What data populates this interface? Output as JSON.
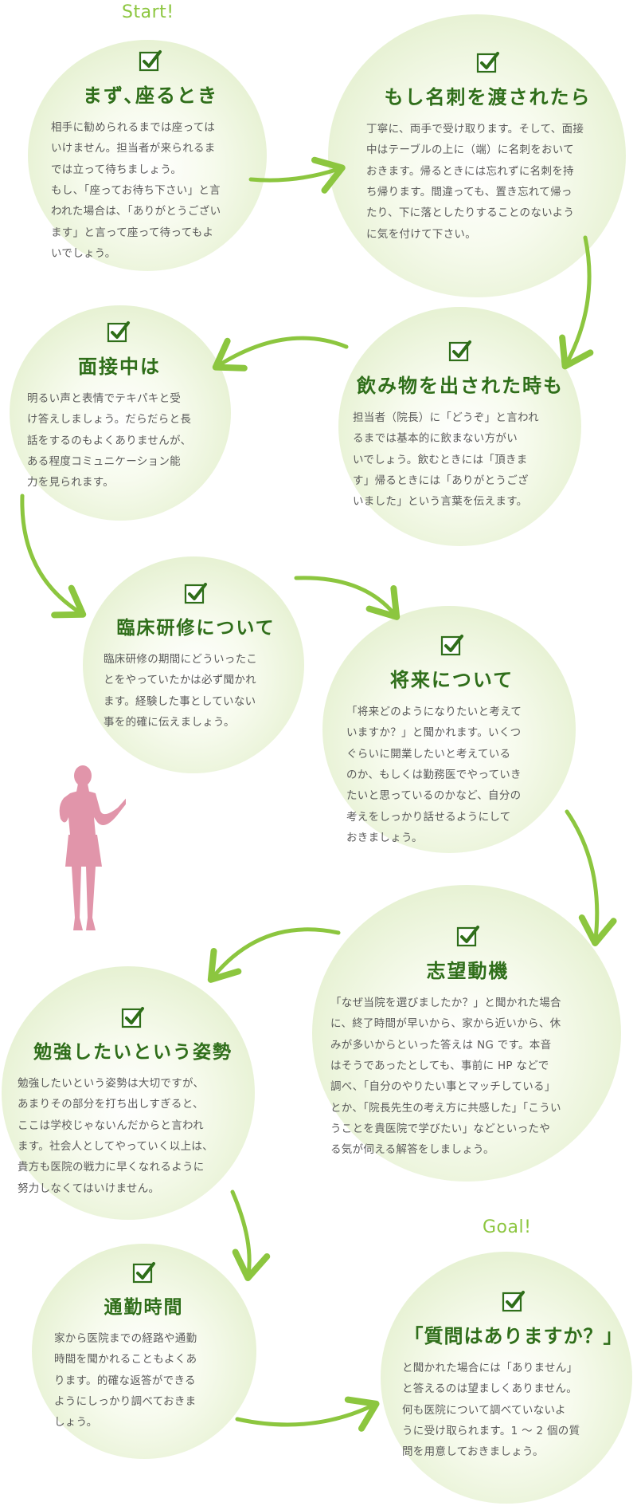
{
  "labels": {
    "start": "Start!",
    "goal": "Goal!"
  },
  "colors": {
    "accent": "#8cc63f",
    "title": "#2f6e1a",
    "body": "#5a5a5a",
    "figure": "#e195aa"
  },
  "steps": [
    {
      "title": "まず､座るとき",
      "lines": [
        "相手に勧められるまでは座っては",
        "いけません。担当者が来られるま",
        "では立って待ちましょう。",
        "もし、「座ってお待ち下さい」と言",
        "われた場合は､「ありがとうござい",
        "ます」と言って座って待ってもよ",
        "いでしょう。"
      ]
    },
    {
      "title": "もし名刺を渡されたら",
      "lines": [
        "丁寧に、両手で受け取ります。そして、面接",
        "中はテーブルの上に（端）に名刺をおいて",
        "おきます。帰るときには忘れずに名刺を持",
        "ち帰ります。間違っても、置き忘れて帰っ",
        "たり、下に落としたりすることのないよう",
        "に気を付けて下さい。"
      ]
    },
    {
      "title": "面接中は",
      "lines": [
        "明るい声と表情でテキパキと受",
        "け答えしましょう。だらだらと長",
        "話をするのもよくありませんが、",
        "ある程度コミュニケーション能",
        "力を見られます。"
      ]
    },
    {
      "title": "飲み物を出された時も",
      "lines": [
        "担当者（院長）に「どうぞ」と言われ",
        "るまでは基本的に飲まない方がい",
        "いでしょう。飲むときには「頂きま",
        "す」帰るときには「ありがとうござ",
        "いました」という言葉を伝えます。"
      ]
    },
    {
      "title": "臨床研修について",
      "lines": [
        "臨床研修の期間にどういったこ",
        "とをやっていたかは必ず聞かれ",
        "ます。経験した事としていない",
        "事を的確に伝えましょう。"
      ]
    },
    {
      "title": "将来について",
      "lines": [
        "「将来どのようになりたいと考えて",
        "いますか？」と聞かれます。いくつ",
        "ぐらいに開業したいと考えている",
        "のか、もしくは勤務医でやっていき",
        "たいと思っているのかなど、自分の",
        "考えをしっかり話せるようにして",
        "おきましょう。"
      ]
    },
    {
      "title": "志望動機",
      "lines": [
        "「なぜ当院を選びましたか？」と聞かれた場合",
        "に、終了時間が早いから、家から近いから、休",
        "みが多いからといった答えは NG です。本音",
        "はそうであったとしても、事前に HP などで",
        "調べ、「自分のやりたい事とマッチしている」",
        "とか、「院長先生の考え方に共感した」「こうい",
        "うことを貴医院で学びたい」などといったや",
        "る気が伺える解答をしましょう。"
      ]
    },
    {
      "title": "勉強したいという姿勢",
      "lines": [
        "勉強したいという姿勢は大切ですが、",
        "あまりその部分を打ち出しすぎると、",
        "ここは学校じゃないんだからと言われ",
        "ます。社会人としてやっていく以上は、",
        "貴方も医院の戦力に早くなれるように",
        "努力しなくてはいけません。"
      ]
    },
    {
      "title": "通勤時間",
      "lines": [
        "家から医院までの経路や通勤",
        "時間を聞かれることもよくあ",
        "ります。的確な返答ができる",
        "ようにしっかり調べておきま",
        "しょう。"
      ]
    },
    {
      "title": "「質問はありますか？」",
      "lines": [
        "と聞かれた場合には「ありません」",
        "と答えるのは望ましくありません。",
        "何も医院について調べていないよ",
        "うに受け取られます。1 〜 2 個の質",
        "問を用意しておきましょう。"
      ]
    }
  ]
}
